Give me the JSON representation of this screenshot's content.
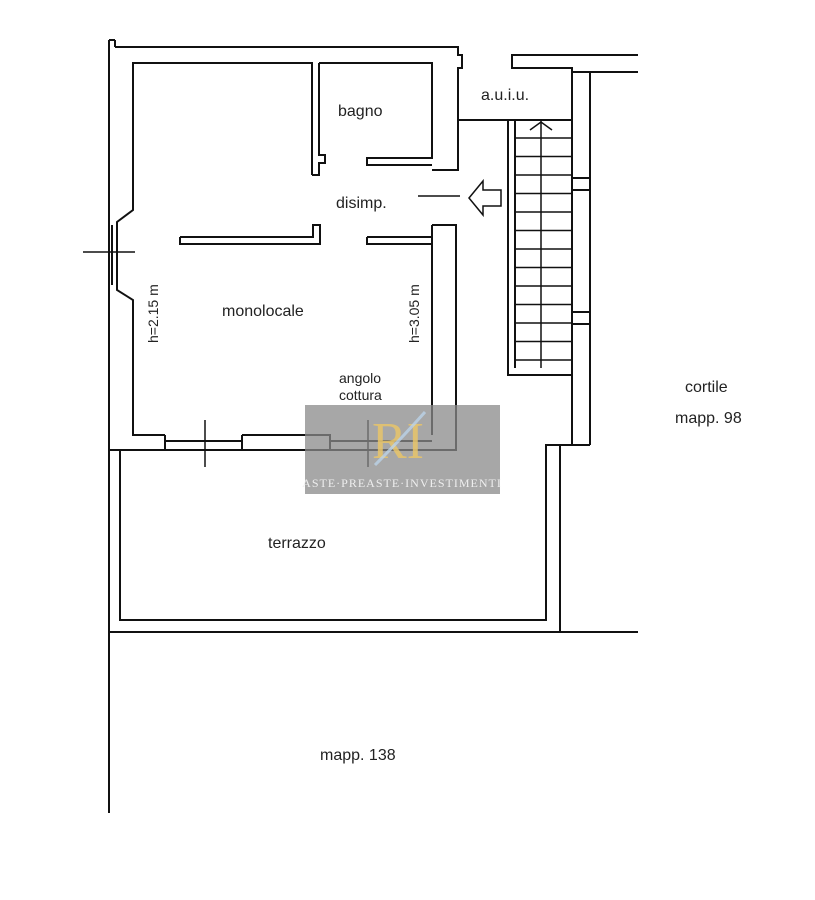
{
  "rooms": {
    "bagno": "bagno",
    "auiu": "a.u.i.u.",
    "disimp": "disimp.",
    "monolocale": "monolocale",
    "height_left": "h=2.15 m",
    "height_right": "h=3.05 m",
    "angolo": "angolo",
    "cottura": "cottura",
    "terrazzo": "terrazzo",
    "cortile": "cortile",
    "mapp98": "mapp. 98",
    "mapp138": "mapp. 138"
  },
  "watermark": {
    "logo": "RI",
    "text": "ASTE·PREASTE·INVESTIMENTI",
    "gold": "#e8c56a",
    "bg": "#8a8a8a"
  }
}
